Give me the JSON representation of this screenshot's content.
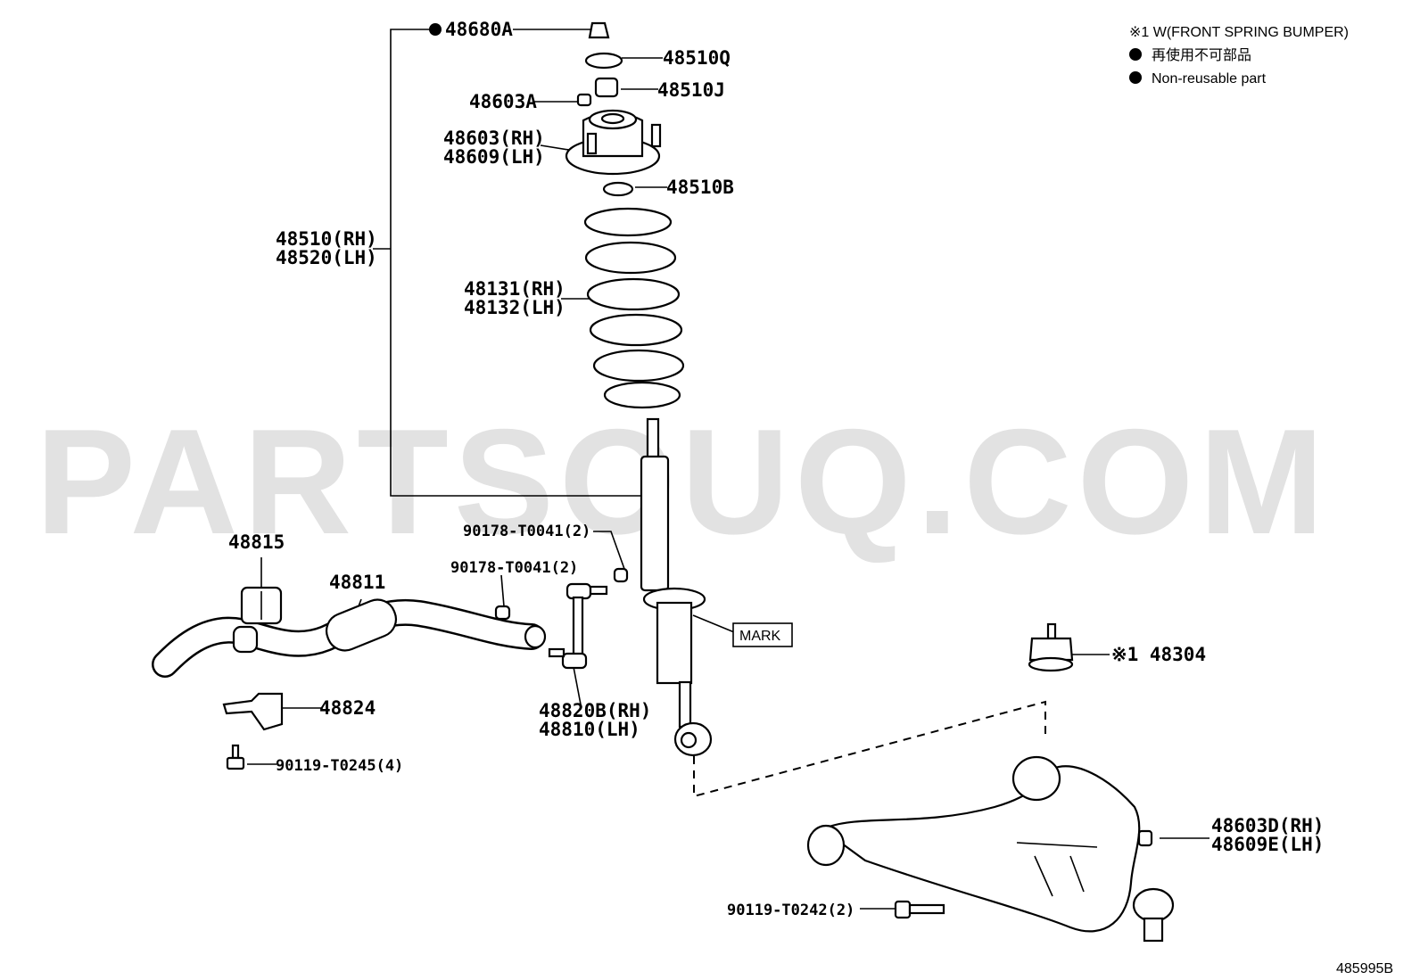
{
  "watermark": "PARTSOUQ.COM",
  "diagram_code": "485995B",
  "legend": {
    "note1": "※1 W(FRONT SPRING BUMPER)",
    "jp": "再使用不可部品",
    "en": "Non-reusable part"
  },
  "labels": {
    "p48680A": "48680A",
    "p48510Q": "48510Q",
    "p48603A": "48603A",
    "p48510J": "48510J",
    "p48603_rh": "48603(RH)",
    "p48609_lh": "48609(LH)",
    "p48510B": "48510B",
    "p48510_rh": "48510(RH)",
    "p48520_lh": "48520(LH)",
    "p48131_rh": "48131(RH)",
    "p48132_lh": "48132(LH)",
    "p90178_a": "90178-T0041(2)",
    "p90178_b": "90178-T0041(2)",
    "p48815": "48815",
    "p48811": "48811",
    "mark": "MARK",
    "p48304": "※1 48304",
    "p48824": "48824",
    "p48820B_rh": "48820B(RH)",
    "p48810_lh": "48810(LH)",
    "p90119_t0245": "90119-T0245(4)",
    "p48603D_rh": "48603D(RH)",
    "p48609E_lh": "48609E(LH)",
    "p90119_t0242": "90119-T0242(2)"
  }
}
